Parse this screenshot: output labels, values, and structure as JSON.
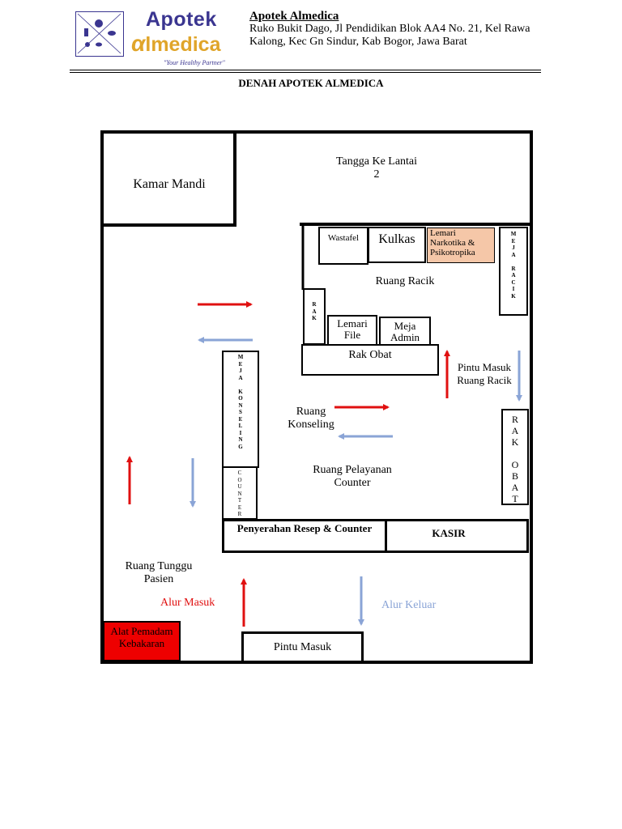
{
  "header": {
    "logo_line1": "Apotek",
    "logo_alpha": "α",
    "logo_line2": "lmedica",
    "tagline": "\"Your Healthy Partner\"",
    "name": "Apotek Almedica",
    "address": "Ruko Bukit Dago, Jl Pendidikan Blok AA4 No. 21, Kel Rawa Kalong, Kec Gn Sindur, Kab Bogor, Jawa Barat"
  },
  "title": "DENAH APOTEK ALMEDICA",
  "rooms": {
    "kamar_mandi": "Kamar Mandi",
    "tangga": "Tangga Ke Lantai 2",
    "wastafel": "Wastafel",
    "kulkas": "Kulkas",
    "lemari_narkotika": "Lemari Narkotika & Psikotropika",
    "meja_racik": "MEJA RACIK",
    "ruang_racik": "Ruang Racik",
    "rak_small": "RAK",
    "lemari_file": "Lemari File",
    "meja_admin": "Meja Admin",
    "rak_obat": "Rak Obat",
    "pintu_masuk_racik": "Pintu Masuk Ruang Racik",
    "meja_konseling": "MEJA KONSELING",
    "counter_v": "COUNTER",
    "ruang_konseling": "Ruang Konseling",
    "ruang_pelayanan": "Ruang Pelayanan Counter",
    "rak_obat_v": "RAK OBAT",
    "penyerahan": "Penyerahan Resep & Counter",
    "kasir": "KASIR",
    "ruang_tunggu": "Ruang Tunggu Pasien",
    "alur_masuk": "Alur Masuk",
    "alur_keluar": "Alur Keluar",
    "apar": "Alat Pemadam Kebakaran",
    "pintu_masuk": "Pintu Masuk"
  },
  "colors": {
    "masuk": "#e01010",
    "keluar": "#8aa4d6",
    "apar": "#ee0000",
    "narkotika": "#f5c7a8",
    "brand_purple": "#3a3590",
    "brand_gold": "#e0a52a"
  }
}
